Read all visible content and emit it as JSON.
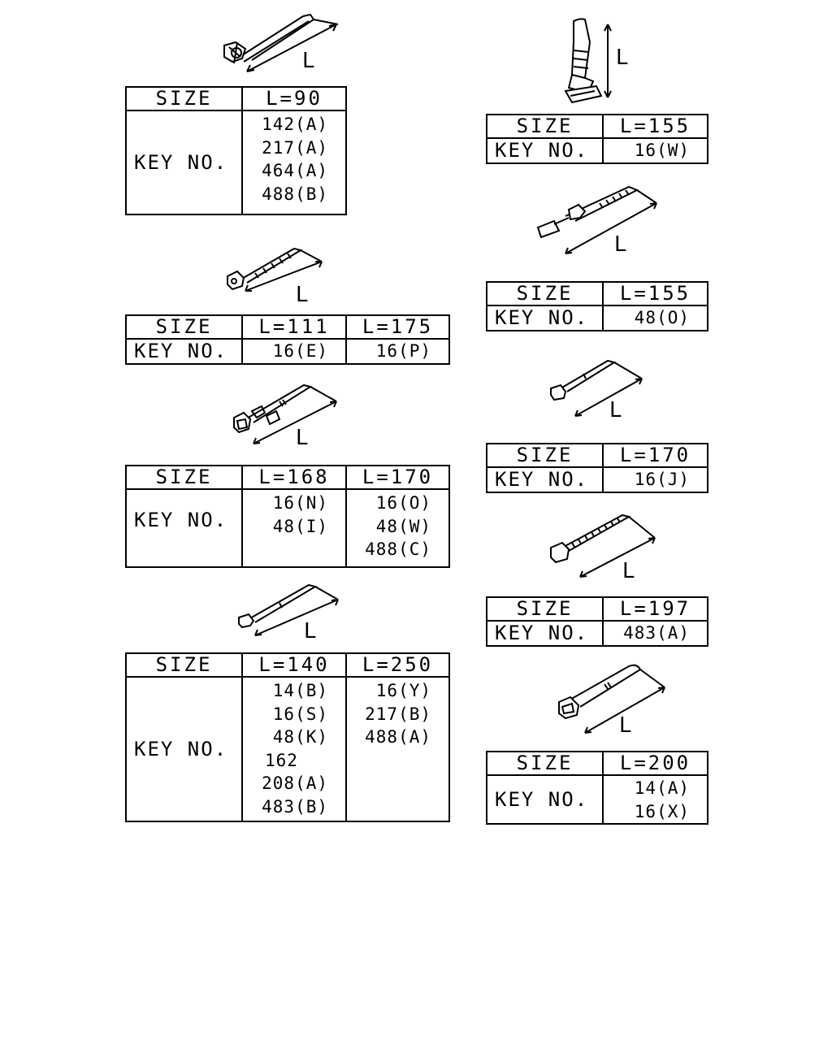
{
  "dimension_label": "L",
  "size_label": "SIZE",
  "key_label": "KEY NO.",
  "parts": [
    {
      "sizes": [
        "L=90"
      ],
      "keys": [
        [
          "142(A)",
          "217(A)",
          "464(A)",
          "488(B)"
        ]
      ]
    },
    {
      "sizes": [
        "L=111",
        "L=175"
      ],
      "keys": [
        [
          "16(E)"
        ],
        [
          "16(P)"
        ]
      ]
    },
    {
      "sizes": [
        "L=168",
        "L=170"
      ],
      "keys": [
        [
          "16(N)",
          "48(I)"
        ],
        [
          "16(O)",
          "48(W)",
          "488(C)"
        ]
      ]
    },
    {
      "sizes": [
        "L=140",
        "L=250"
      ],
      "keys": [
        [
          "14(B)",
          "16(S)",
          "48(K)",
          "162",
          "208(A)",
          "483(B)"
        ],
        [
          "16(Y)",
          "217(B)",
          "488(A)"
        ]
      ]
    },
    {
      "sizes": [
        "L=155"
      ],
      "keys": [
        [
          "16(W)"
        ]
      ]
    },
    {
      "sizes": [
        "L=155"
      ],
      "keys": [
        [
          "48(O)"
        ]
      ]
    },
    {
      "sizes": [
        "L=170"
      ],
      "keys": [
        [
          "16(J)"
        ]
      ]
    },
    {
      "sizes": [
        "L=197"
      ],
      "keys": [
        [
          "483(A)"
        ]
      ]
    },
    {
      "sizes": [
        "L=200"
      ],
      "keys": [
        [
          "14(A)",
          "16(X)"
        ]
      ]
    }
  ]
}
